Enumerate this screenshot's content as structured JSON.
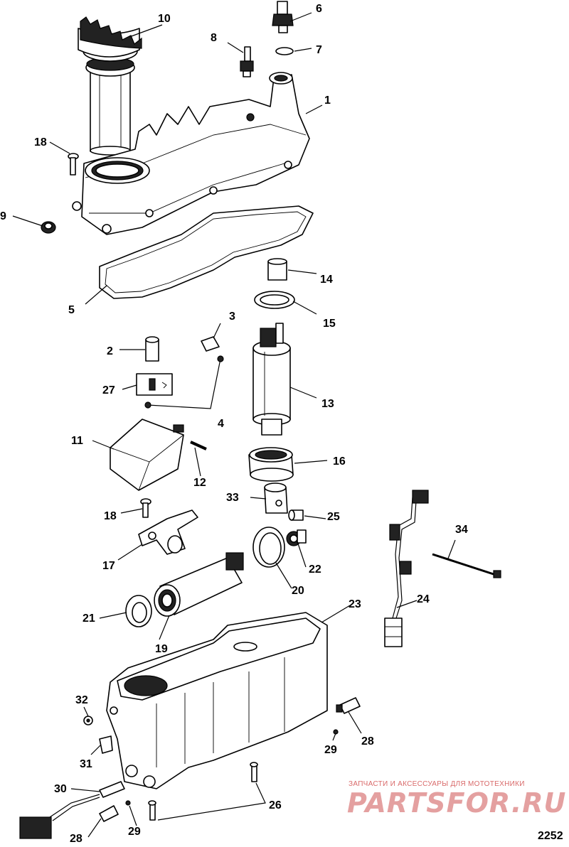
{
  "diagram": {
    "number": "2252",
    "callouts": {
      "c1": "1",
      "c2": "2",
      "c3": "3",
      "c4": "4",
      "c5": "5",
      "c6": "6",
      "c7": "7",
      "c8": "8",
      "c9": "9",
      "c10": "10",
      "c11": "11",
      "c12": "12",
      "c13": "13",
      "c14": "14",
      "c15": "15",
      "c16": "16",
      "c17": "17",
      "c18a": "18",
      "c18b": "18",
      "c19": "19",
      "c20": "20",
      "c21": "21",
      "c22": "22",
      "c23": "23",
      "c24": "24",
      "c25": "25",
      "c26": "26",
      "c27": "27",
      "c28a": "28",
      "c28b": "28",
      "c29a": "29",
      "c29b": "29",
      "c30": "30",
      "c31": "31",
      "c32": "32",
      "c33": "33",
      "c34": "34"
    }
  },
  "watermark": {
    "tagline": "ЗАПЧАСТИ И АКСЕССУАРЫ ДЛЯ МОТОТЕХНИКИ",
    "logo": "PARTSFOR.RU"
  }
}
